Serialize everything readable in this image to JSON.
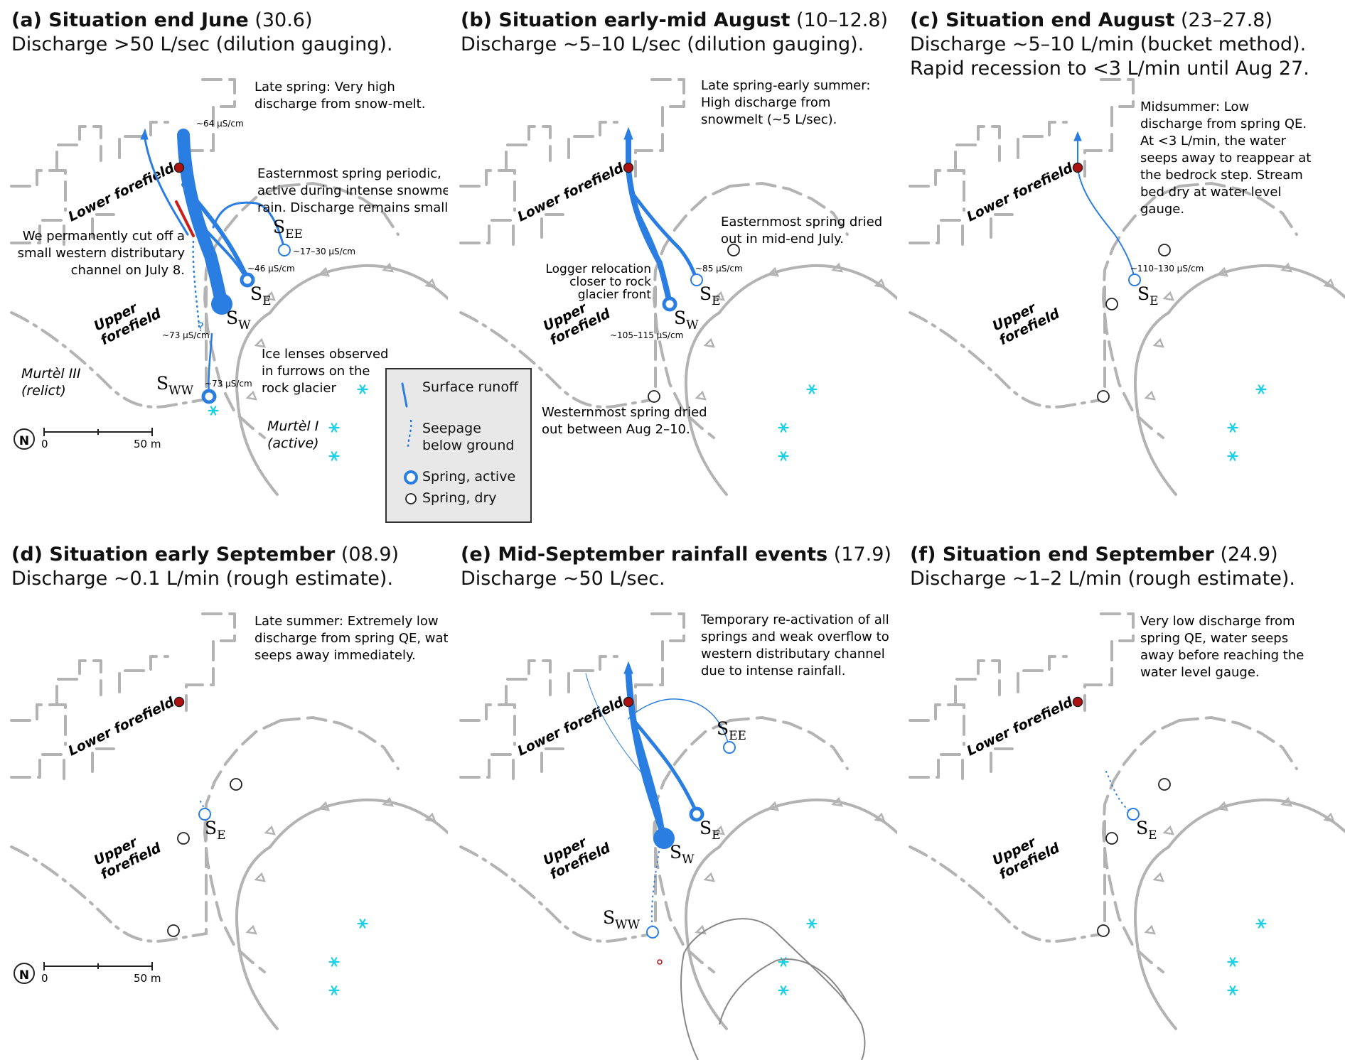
{
  "panels": [
    {
      "id": "a",
      "title_bold": "(a) Situation end June",
      "title_date": " (30.6)",
      "subtitle": [
        "Discharge >50 L/sec (dilution gauging)."
      ],
      "annotations": [
        [
          "Late spring: Very high",
          "discharge from snow-melt."
        ],
        [
          "Easternmost spring periodic,",
          "active during intense snowmelt or",
          "rain. Discharge remains small."
        ],
        [
          "We permanently cut off a",
          "small western distributary",
          "channel on July 8."
        ],
        [
          "Ice lenses observed",
          "in furrows on the",
          "rock glacier"
        ]
      ],
      "conductivities": [
        "~64 µS/cm",
        "~17–30 µS/cm",
        "~46 µS/cm",
        "~73 µS/cm",
        "~73 µS/cm"
      ],
      "unknown_mark": "?"
    },
    {
      "id": "b",
      "title_bold": "(b) Situation early-mid August",
      "title_date": " (10–12.8)",
      "subtitle": [
        "Discharge ~5–10 L/sec (dilution gauging)."
      ],
      "annotations": [
        [
          "Late spring-early summer:",
          "High discharge from",
          "snowmelt (~5 L/sec)."
        ],
        [
          "Easternmost spring dried",
          "out in mid-end July."
        ],
        [
          "Logger relocation",
          "closer to rock",
          "glacier front"
        ],
        [
          "Westernmost spring dried",
          "out between Aug 2–10."
        ]
      ],
      "conductivities": [
        "~85 µS/cm",
        "~105–115 µS/cm"
      ]
    },
    {
      "id": "c",
      "title_bold": "(c) Situation end August",
      "title_date": " (23–27.8)",
      "subtitle": [
        "Discharge ~5–10 L/min (bucket method).",
        "Rapid recession to <3 L/min until Aug 27."
      ],
      "annotations": [
        [
          "Midsummer: Low",
          "discharge from spring QE.",
          "At <3 L/min, the water",
          "seeps away to reappear at",
          "the bedrock step. Stream",
          "bed dry at water level",
          "gauge."
        ]
      ],
      "conductivities": [
        "~110–130 µS/cm"
      ]
    },
    {
      "id": "d",
      "title_bold": "(d) Situation early September",
      "title_date": " (08.9)",
      "subtitle": [
        "Discharge ~0.1 L/min (rough estimate)."
      ],
      "annotations": [
        [
          "Late summer: Extremely low",
          "discharge from spring QE, water",
          "seeps away immediately."
        ]
      ],
      "conductivities": []
    },
    {
      "id": "e",
      "title_bold": "(e) Mid-September rainfall events",
      "title_date": " (17.9)",
      "subtitle": [
        "Discharge ~50 L/sec."
      ],
      "annotations": [
        [
          "Temporary re-activation of all",
          "springs and weak overflow to",
          "western distributary channel",
          "due to intense rainfall."
        ]
      ],
      "conductivities": []
    },
    {
      "id": "f",
      "title_bold": "(f) Situation end September",
      "title_date": " (24.9)",
      "subtitle": [
        "Discharge ~1–2 L/min (rough estimate)."
      ],
      "annotations": [
        [
          "Very low discharge from",
          "spring QE, water seeps",
          "away before reaching the",
          "water level gauge."
        ]
      ],
      "conductivities": []
    }
  ],
  "map_labels": {
    "lower_forefield": "Lower forefield",
    "upper_forefield": [
      "Upper",
      "forefield"
    ],
    "murtel_iii": [
      "Murtèl III",
      "(relict)"
    ],
    "murtel_i": [
      "Murtèl I",
      "(active)"
    ],
    "spring_ee": {
      "main": "S",
      "sub": "EE"
    },
    "spring_e": {
      "main": "S",
      "sub": "E"
    },
    "spring_w": {
      "main": "S",
      "sub": "W"
    },
    "spring_ww": {
      "main": "S",
      "sub": "WW"
    }
  },
  "scale_bar": {
    "zero": "0",
    "end": "50 m",
    "north": "N"
  },
  "legend": {
    "surface_runoff": "Surface runoff",
    "seepage": [
      "Seepage",
      "below ground"
    ],
    "spring_active": "Spring, active",
    "spring_dry": "Spring, dry"
  },
  "colors": {
    "water": "#2a7de1",
    "terrain": "#b3b3b3",
    "gauge": "#b01010",
    "ice": "#1ad0e8",
    "cut": "#c81e1e"
  }
}
